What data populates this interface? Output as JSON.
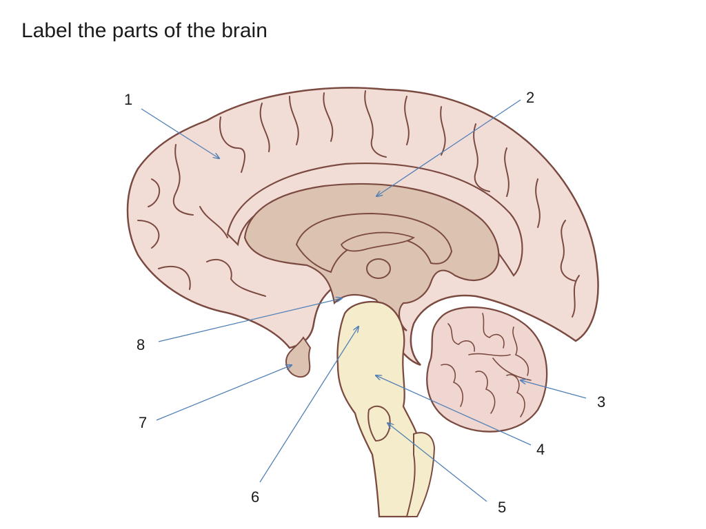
{
  "title": "Label the parts of the brain",
  "colors": {
    "outline": "#7a4a40",
    "cortex": "#f2dcd6",
    "inner": "#dcc2b0",
    "brainstem": "#f4ecca",
    "cerebellum": "#efd6d0",
    "arrow": "#4f7fb6"
  },
  "labels": [
    {
      "id": 1,
      "text": "1"
    },
    {
      "id": 2,
      "text": "2"
    },
    {
      "id": 3,
      "text": "3"
    },
    {
      "id": 4,
      "text": "4"
    },
    {
      "id": 5,
      "text": "5"
    },
    {
      "id": 6,
      "text": "6"
    },
    {
      "id": 7,
      "text": "7"
    },
    {
      "id": 8,
      "text": "8"
    }
  ]
}
